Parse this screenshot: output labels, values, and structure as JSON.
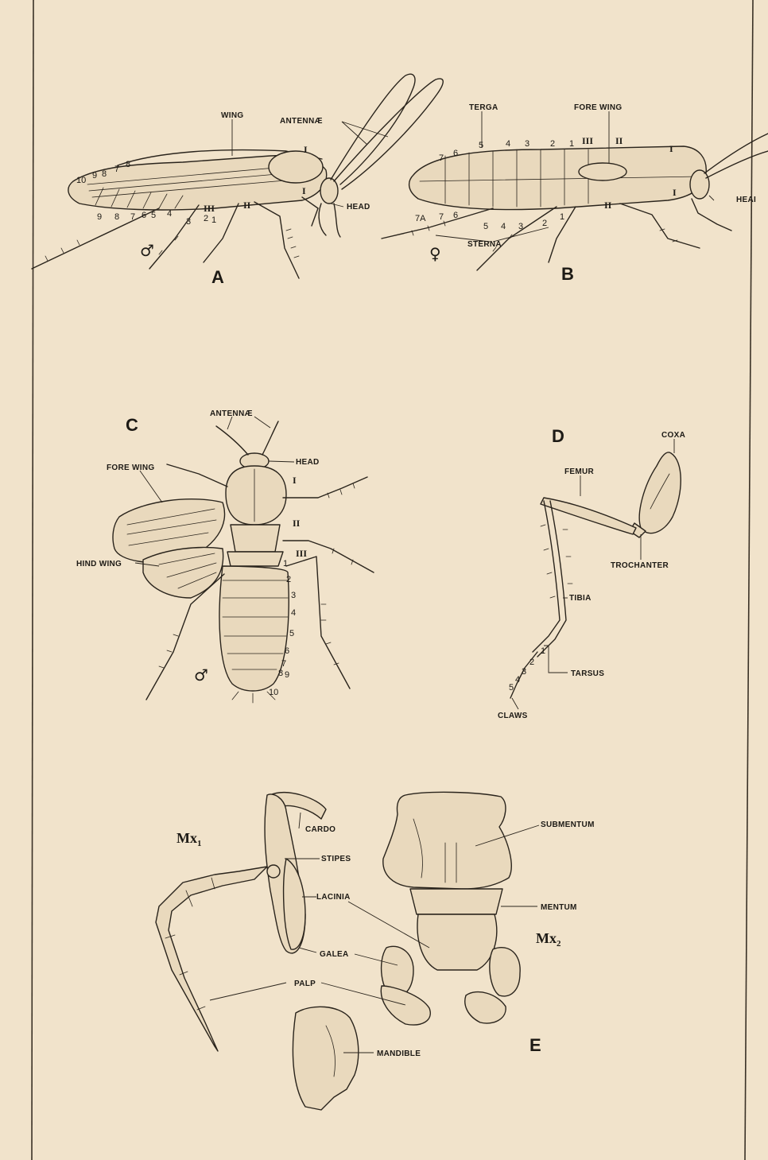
{
  "figures": {
    "A": {
      "letter": "A",
      "sex": "♂",
      "labels": {
        "wing": "WING",
        "antennae": "ANTENNÆ",
        "head": "HEAD"
      },
      "thorax": [
        "I",
        "I",
        "II",
        "III"
      ],
      "terga_numbers": [
        "10",
        "9",
        "8",
        "7",
        "8"
      ],
      "sterna_numbers": [
        "9",
        "8",
        "7",
        "6",
        "5",
        "4",
        "3",
        "2",
        "1"
      ]
    },
    "B": {
      "letter": "B",
      "sex": "♀",
      "labels": {
        "terga": "TERGA",
        "fore_wing": "FORE WING",
        "head": "HEAI",
        "sterna": "STERNA"
      },
      "thorax": [
        "III",
        "II",
        "I",
        "I",
        "II"
      ],
      "terga_numbers": [
        "7",
        "6",
        "5",
        "4",
        "3",
        "2",
        "1"
      ],
      "sterna_numbers": [
        "7A",
        "7",
        "6",
        "5",
        "4",
        "3",
        "2",
        "1"
      ]
    },
    "C": {
      "letter": "C",
      "sex": "♂",
      "labels": {
        "antennae": "ANTENNÆ",
        "head": "HEAD",
        "fore_wing": "FORE WING",
        "hind_wing": "HIND WING"
      },
      "thorax": [
        "I",
        "II",
        "III"
      ],
      "segments": [
        "1",
        "2",
        "3",
        "4",
        "5",
        "6",
        "7",
        "8",
        "9",
        "10"
      ]
    },
    "D": {
      "letter": "D",
      "labels": {
        "coxa": "COXA",
        "femur": "FEMUR",
        "trochanter": "TROCHANTER",
        "tibia": "TIBIA",
        "tarsus": "TARSUS",
        "claws": "CLAWS"
      },
      "tarsal_numbers": [
        "1",
        "2",
        "3",
        "4",
        "5"
      ]
    },
    "E": {
      "letter": "E",
      "mx1": "Mx",
      "mx1_sub": "1",
      "mx2": "Mx",
      "mx2_sub": "2",
      "labels": {
        "cardo": "CARDO",
        "stipes": "STIPES",
        "lacinia": "LACINIA",
        "galea": "GALEA",
        "palp": "PALP",
        "mandible": "MANDIBLE",
        "submentum": "SUBMENTUM",
        "mentum": "MENTUM"
      }
    }
  },
  "colors": {
    "paper": "#f1e3cb",
    "ink": "#2a241c"
  }
}
